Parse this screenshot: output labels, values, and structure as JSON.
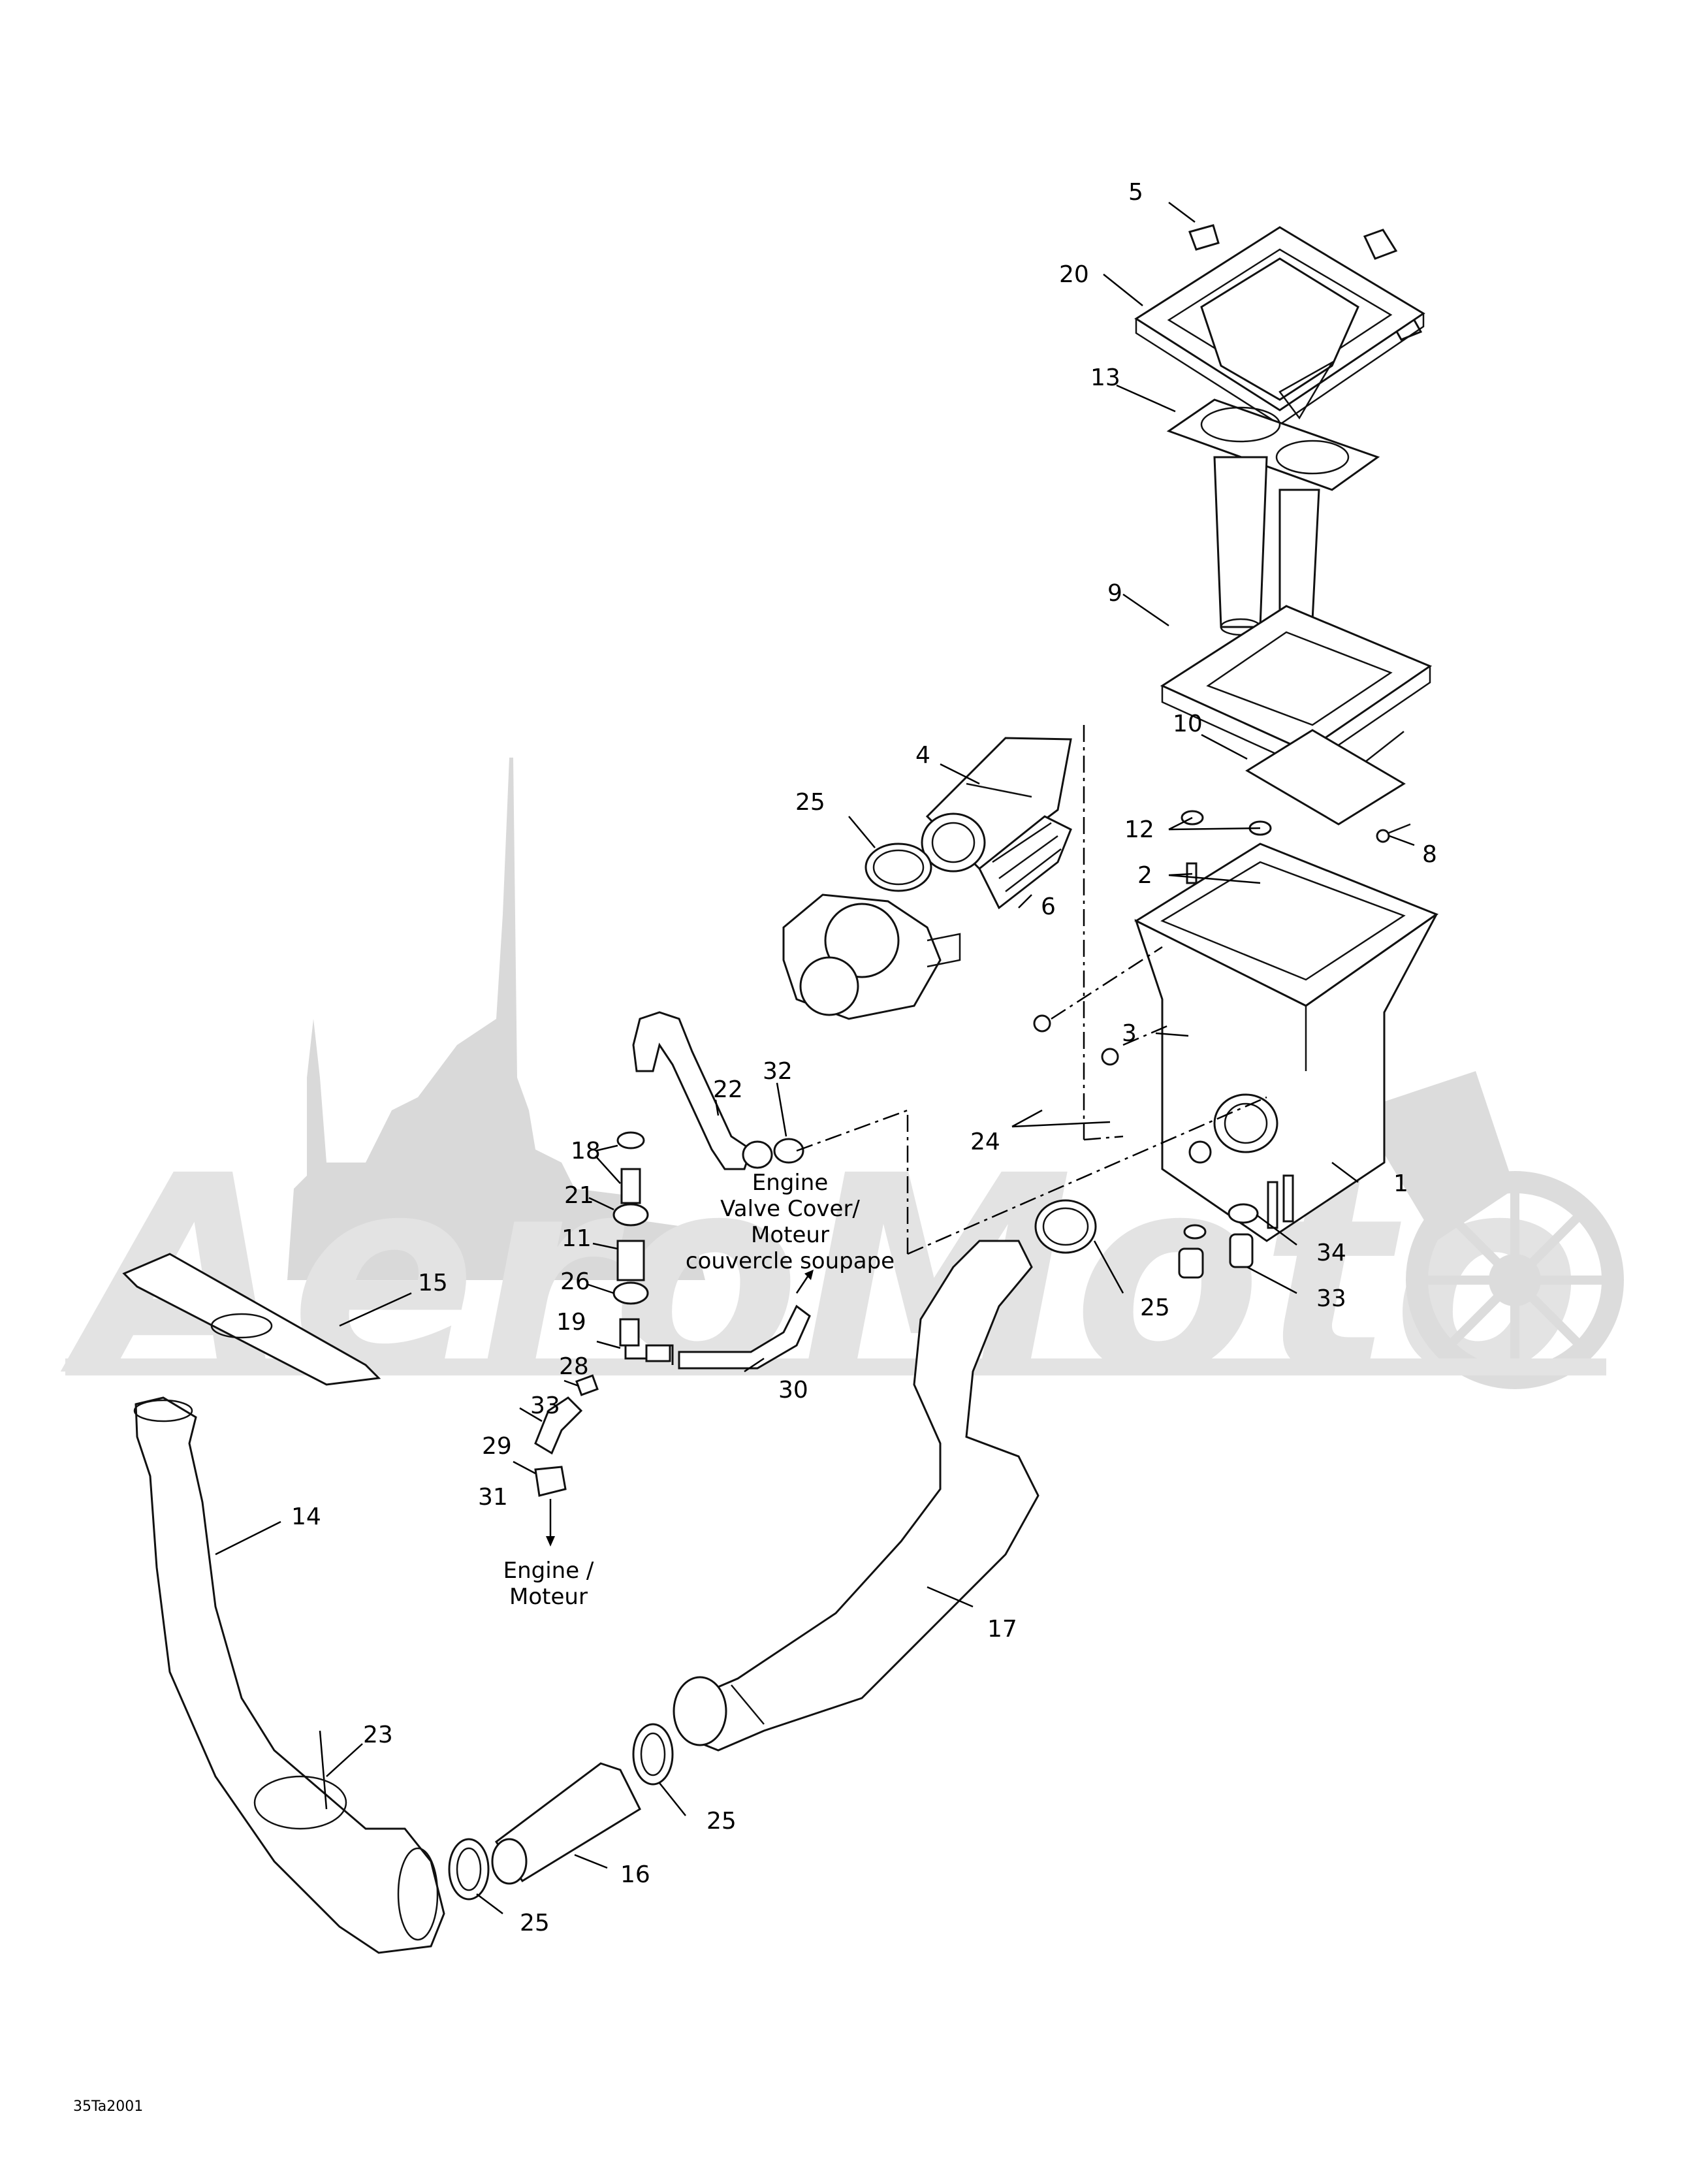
{
  "diagram_code": "35Ta2001",
  "watermark": {
    "text": "AeroMoto",
    "icon": "motorcycle-watermark-icon",
    "color": "#d9d9d9"
  },
  "notes": {
    "engine_valve_cover": [
      "Engine",
      "Valve Cover/",
      "Moteur",
      "couvercle soupape"
    ],
    "engine": [
      "Engine /",
      "Moteur"
    ]
  },
  "callouts": [
    {
      "id": "c5",
      "label": "5"
    },
    {
      "id": "c20",
      "label": "20"
    },
    {
      "id": "c13",
      "label": "13"
    },
    {
      "id": "c9",
      "label": "9"
    },
    {
      "id": "c10",
      "label": "10"
    },
    {
      "id": "c4",
      "label": "4"
    },
    {
      "id": "c25a",
      "label": "25"
    },
    {
      "id": "c6",
      "label": "6"
    },
    {
      "id": "c12",
      "label": "12"
    },
    {
      "id": "c2",
      "label": "2"
    },
    {
      "id": "c8",
      "label": "8"
    },
    {
      "id": "c3",
      "label": "3"
    },
    {
      "id": "c32",
      "label": "32"
    },
    {
      "id": "c22",
      "label": "22"
    },
    {
      "id": "c18",
      "label": "18"
    },
    {
      "id": "c21",
      "label": "21"
    },
    {
      "id": "c11",
      "label": "11"
    },
    {
      "id": "c26",
      "label": "26"
    },
    {
      "id": "c19",
      "label": "19"
    },
    {
      "id": "c28",
      "label": "28"
    },
    {
      "id": "c33a",
      "label": "33"
    },
    {
      "id": "c29",
      "label": "29"
    },
    {
      "id": "c31",
      "label": "31"
    },
    {
      "id": "c30",
      "label": "30"
    },
    {
      "id": "c24",
      "label": "24"
    },
    {
      "id": "c1",
      "label": "1"
    },
    {
      "id": "c34",
      "label": "34"
    },
    {
      "id": "c33b",
      "label": "33"
    },
    {
      "id": "c25b",
      "label": "25"
    },
    {
      "id": "c15",
      "label": "15"
    },
    {
      "id": "c14",
      "label": "14"
    },
    {
      "id": "c17",
      "label": "17"
    },
    {
      "id": "c23",
      "label": "23"
    },
    {
      "id": "c25c",
      "label": "25"
    },
    {
      "id": "c16",
      "label": "16"
    },
    {
      "id": "c25d",
      "label": "25"
    }
  ]
}
